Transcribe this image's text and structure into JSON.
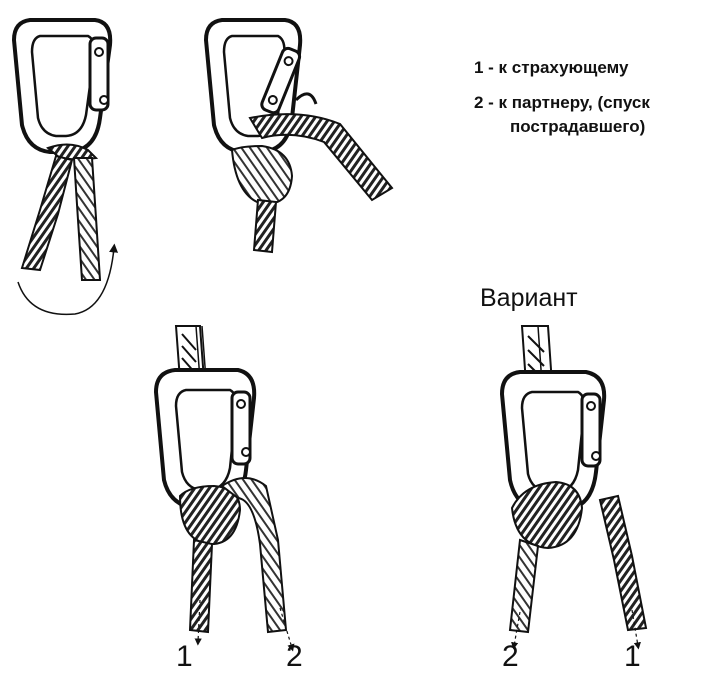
{
  "legend": {
    "item1": "1 - к страхующему",
    "item2_line1": "2 - к партнеру, (спуск",
    "item2_line2": "пострадавшего)"
  },
  "variant_label": "Вариант",
  "rope_numbers": {
    "left_first": "1",
    "left_second": "2",
    "right_first": "2",
    "right_second": "1"
  },
  "icons": [
    "carabiner-icon",
    "rope-icon",
    "arrow-icon"
  ]
}
